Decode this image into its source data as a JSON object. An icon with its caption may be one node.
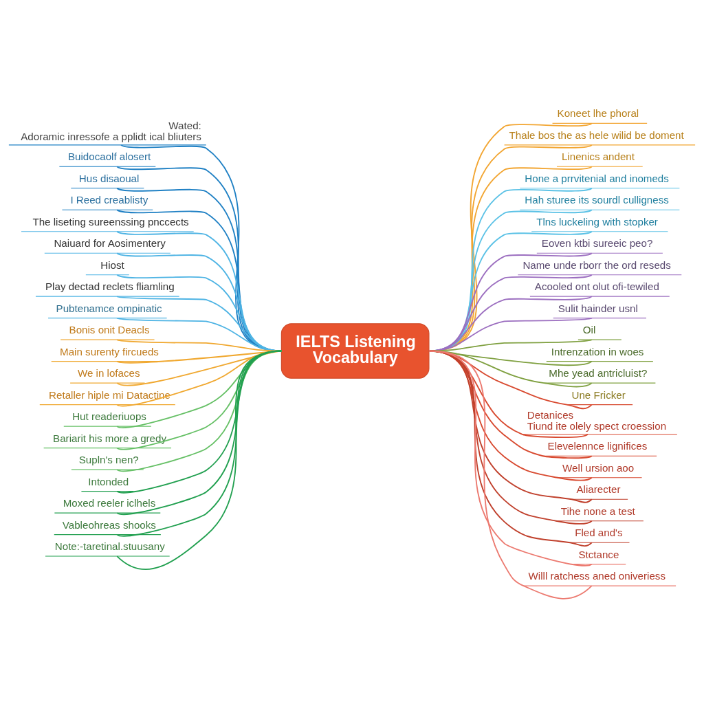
{
  "diagram": {
    "nodes": [
      {
        "text": [
          "IELTS Listening Vocabulary"
        ]
      },
      {
        "text": [
          "Wated:",
          "Adoramic inressofe a pplidt ical bliuters"
        ]
      },
      {
        "text": [
          "Buidocaolf alosert"
        ]
      },
      {
        "text": [
          "Hus disaoual"
        ]
      },
      {
        "text": [
          "I Reed creablisty"
        ]
      },
      {
        "text": [
          "The liseting sureenssing pnccects"
        ]
      },
      {
        "text": [
          "Naiuard for Aosimentery"
        ]
      },
      {
        "text": [
          "Hiost"
        ]
      },
      {
        "text": [
          "Play dectad reclets fliamling"
        ]
      },
      {
        "text": [
          "Pubtenamce ompinatic"
        ]
      },
      {
        "text": [
          "Bonis onit Deacls"
        ]
      },
      {
        "text": [
          "Main surenty fircueds"
        ]
      },
      {
        "text": [
          "We in lofaces"
        ]
      },
      {
        "text": [
          "Retaller hiple mi Datactine"
        ]
      },
      {
        "text": [
          "Hut readeriuops"
        ]
      },
      {
        "text": [
          "Bariarit his more a gredy"
        ]
      },
      {
        "text": [
          "Supln's nen?"
        ]
      },
      {
        "text": [
          "Intonded"
        ]
      },
      {
        "text": [
          "Moxed reeler iclhels"
        ]
      },
      {
        "text": [
          "Vableohreas shooks"
        ]
      },
      {
        "text": [
          "Note:-taretinal.stuusany"
        ]
      },
      {
        "text": [
          "Koneet lhe phoral"
        ]
      },
      {
        "text": [
          "Thale bos the as hele wilid be doment"
        ]
      },
      {
        "text": [
          "Linenics andent"
        ]
      },
      {
        "text": [
          "Hone a prrvitenial and inomeds"
        ]
      },
      {
        "text": [
          "Hah sturee its sourdl culligness"
        ]
      },
      {
        "text": [
          "Tlns luckeling with stopker"
        ]
      },
      {
        "text": [
          "Eoven ktbi sureeic peo?"
        ]
      },
      {
        "text": [
          "Name unde rborr the ord reseds"
        ]
      },
      {
        "text": [
          "Acooled ont olut ofi-tewiled"
        ]
      },
      {
        "text": [
          "Sulit hainder usnl"
        ]
      },
      {
        "text": [
          "Oil"
        ]
      },
      {
        "text": [
          "Intrenzation in woes"
        ]
      },
      {
        "text": [
          "Mhe yead antricluist?"
        ]
      },
      {
        "text": [
          "Une Fricker"
        ]
      },
      {
        "text": [
          "Detanices",
          "Tiund ite olely spect croession"
        ]
      },
      {
        "text": [
          "Elevelennce lignifices"
        ]
      },
      {
        "text": [
          "Well ursion aoo"
        ]
      },
      {
        "text": [
          "Aliarecter"
        ]
      },
      {
        "text": [
          "Tihe none a test"
        ]
      },
      {
        "text": [
          "Fled and's"
        ]
      },
      {
        "text": [
          "Stctance"
        ]
      },
      {
        "text": [
          "Willl ratchess aned oniveriess"
        ]
      }
    ],
    "edges": [
      {
        "from": 1,
        "to": 0,
        "arrow": "none",
        "color": "#1f80c4"
      },
      {
        "from": 2,
        "to": 0,
        "arrow": "none",
        "color": "#1f80c4"
      },
      {
        "from": 3,
        "to": 0,
        "arrow": "none",
        "color": "#1f80c4"
      },
      {
        "from": 4,
        "to": 0,
        "arrow": "none",
        "color": "#1f80c4"
      },
      {
        "from": 5,
        "to": 0,
        "arrow": "none",
        "color": "#4fb4e4"
      },
      {
        "from": 6,
        "to": 0,
        "arrow": "none",
        "color": "#4fb4e4"
      },
      {
        "from": 7,
        "to": 0,
        "arrow": "none",
        "color": "#4fb4e4"
      },
      {
        "from": 8,
        "to": 0,
        "arrow": "none",
        "color": "#4fb4e4"
      },
      {
        "from": 9,
        "to": 0,
        "arrow": "none",
        "color": "#4fb4e4"
      },
      {
        "from": 10,
        "to": 0,
        "arrow": "none",
        "color": "#f0a830"
      },
      {
        "from": 11,
        "to": 0,
        "arrow": "none",
        "color": "#f0a830"
      },
      {
        "from": 12,
        "to": 0,
        "arrow": "none",
        "color": "#f0a830"
      },
      {
        "from": 13,
        "to": 0,
        "arrow": "none",
        "color": "#f0a830"
      },
      {
        "from": 14,
        "to": 0,
        "arrow": "none",
        "color": "#66c066"
      },
      {
        "from": 15,
        "to": 0,
        "arrow": "none",
        "color": "#66c066"
      },
      {
        "from": 16,
        "to": 0,
        "arrow": "none",
        "color": "#66c066"
      },
      {
        "from": 17,
        "to": 0,
        "arrow": "none",
        "color": "#22a050"
      },
      {
        "from": 18,
        "to": 0,
        "arrow": "none",
        "color": "#22a050"
      },
      {
        "from": 19,
        "to": 0,
        "arrow": "none",
        "color": "#22a050"
      },
      {
        "from": 20,
        "to": 0,
        "arrow": "none",
        "color": "#22a050"
      },
      {
        "from": 0,
        "to": 21,
        "arrow": "none",
        "color": "#f2a531"
      },
      {
        "from": 0,
        "to": 22,
        "arrow": "none",
        "color": "#f2a531"
      },
      {
        "from": 0,
        "to": 23,
        "arrow": "none",
        "color": "#f2a531"
      },
      {
        "from": 0,
        "to": 24,
        "arrow": "none",
        "color": "#5cc2e6"
      },
      {
        "from": 0,
        "to": 25,
        "arrow": "none",
        "color": "#5cc2e6"
      },
      {
        "from": 0,
        "to": 26,
        "arrow": "none",
        "color": "#5cc2e6"
      },
      {
        "from": 0,
        "to": 27,
        "arrow": "none",
        "color": "#9c6fc0"
      },
      {
        "from": 0,
        "to": 28,
        "arrow": "none",
        "color": "#9c6fc0"
      },
      {
        "from": 0,
        "to": 29,
        "arrow": "none",
        "color": "#9c6fc0"
      },
      {
        "from": 0,
        "to": 30,
        "arrow": "none",
        "color": "#9c6fc0"
      },
      {
        "from": 0,
        "to": 31,
        "arrow": "none",
        "color": "#7fa040"
      },
      {
        "from": 0,
        "to": 32,
        "arrow": "none",
        "color": "#7fa040"
      },
      {
        "from": 0,
        "to": 33,
        "arrow": "none",
        "color": "#7fa040"
      },
      {
        "from": 0,
        "to": 34,
        "arrow": "none",
        "color": "#d84a30"
      },
      {
        "from": 0,
        "to": 35,
        "arrow": "none",
        "color": "#d84a30"
      },
      {
        "from": 0,
        "to": 36,
        "arrow": "none",
        "color": "#d84a30"
      },
      {
        "from": 0,
        "to": 37,
        "arrow": "none",
        "color": "#d84a30"
      },
      {
        "from": 0,
        "to": 38,
        "arrow": "none",
        "color": "#c0402c"
      },
      {
        "from": 0,
        "to": 39,
        "arrow": "none",
        "color": "#c0402c"
      },
      {
        "from": 0,
        "to": 40,
        "arrow": "none",
        "color": "#c0402c"
      },
      {
        "from": 0,
        "to": 41,
        "arrow": "none",
        "color": "#ec7a70"
      },
      {
        "from": 0,
        "to": 42,
        "arrow": "none",
        "color": "#ec7a70"
      }
    ]
  }
}
